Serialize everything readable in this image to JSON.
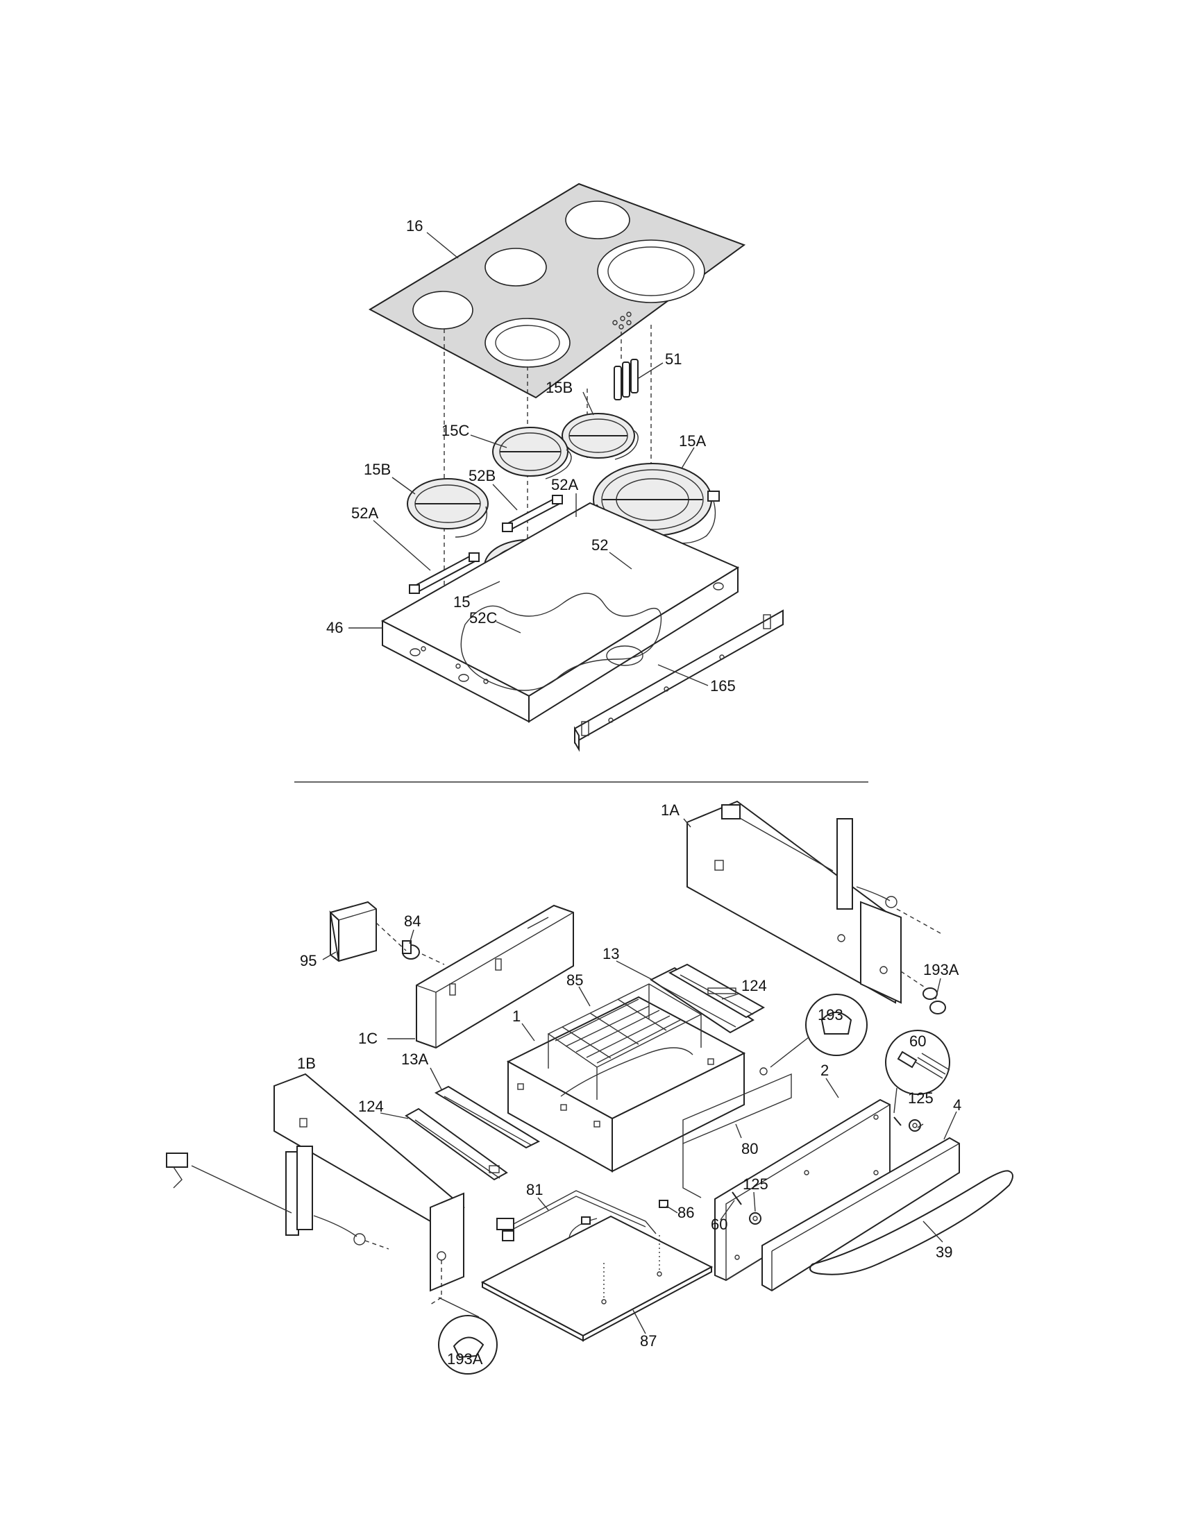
{
  "callouts": {
    "top": {
      "c16": "16",
      "c51": "51",
      "c15b_rear": "15B",
      "c15c": "15C",
      "c15a": "15A",
      "c15b_left": "15B",
      "c52b": "52B",
      "c52a_right": "52A",
      "c52a_left": "52A",
      "c52": "52",
      "c15": "15",
      "c52c": "52C",
      "c46": "46",
      "c165": "165"
    },
    "bottom": {
      "c1a": "1A",
      "c84": "84",
      "c95": "95",
      "c13": "13",
      "c124_right": "124",
      "c85": "85",
      "c193a_right": "193A",
      "c1": "1",
      "c1c": "1C",
      "c193": "193",
      "c60_detail": "60",
      "c1b": "1B",
      "c13a": "13A",
      "c2": "2",
      "c125_right": "125",
      "c4": "4",
      "c124_left": "124",
      "c80": "80",
      "c81": "81",
      "c86": "86",
      "c125_lower": "125",
      "c60_lower": "60",
      "c39": "39",
      "c87": "87",
      "c193a_left": "193A"
    }
  }
}
